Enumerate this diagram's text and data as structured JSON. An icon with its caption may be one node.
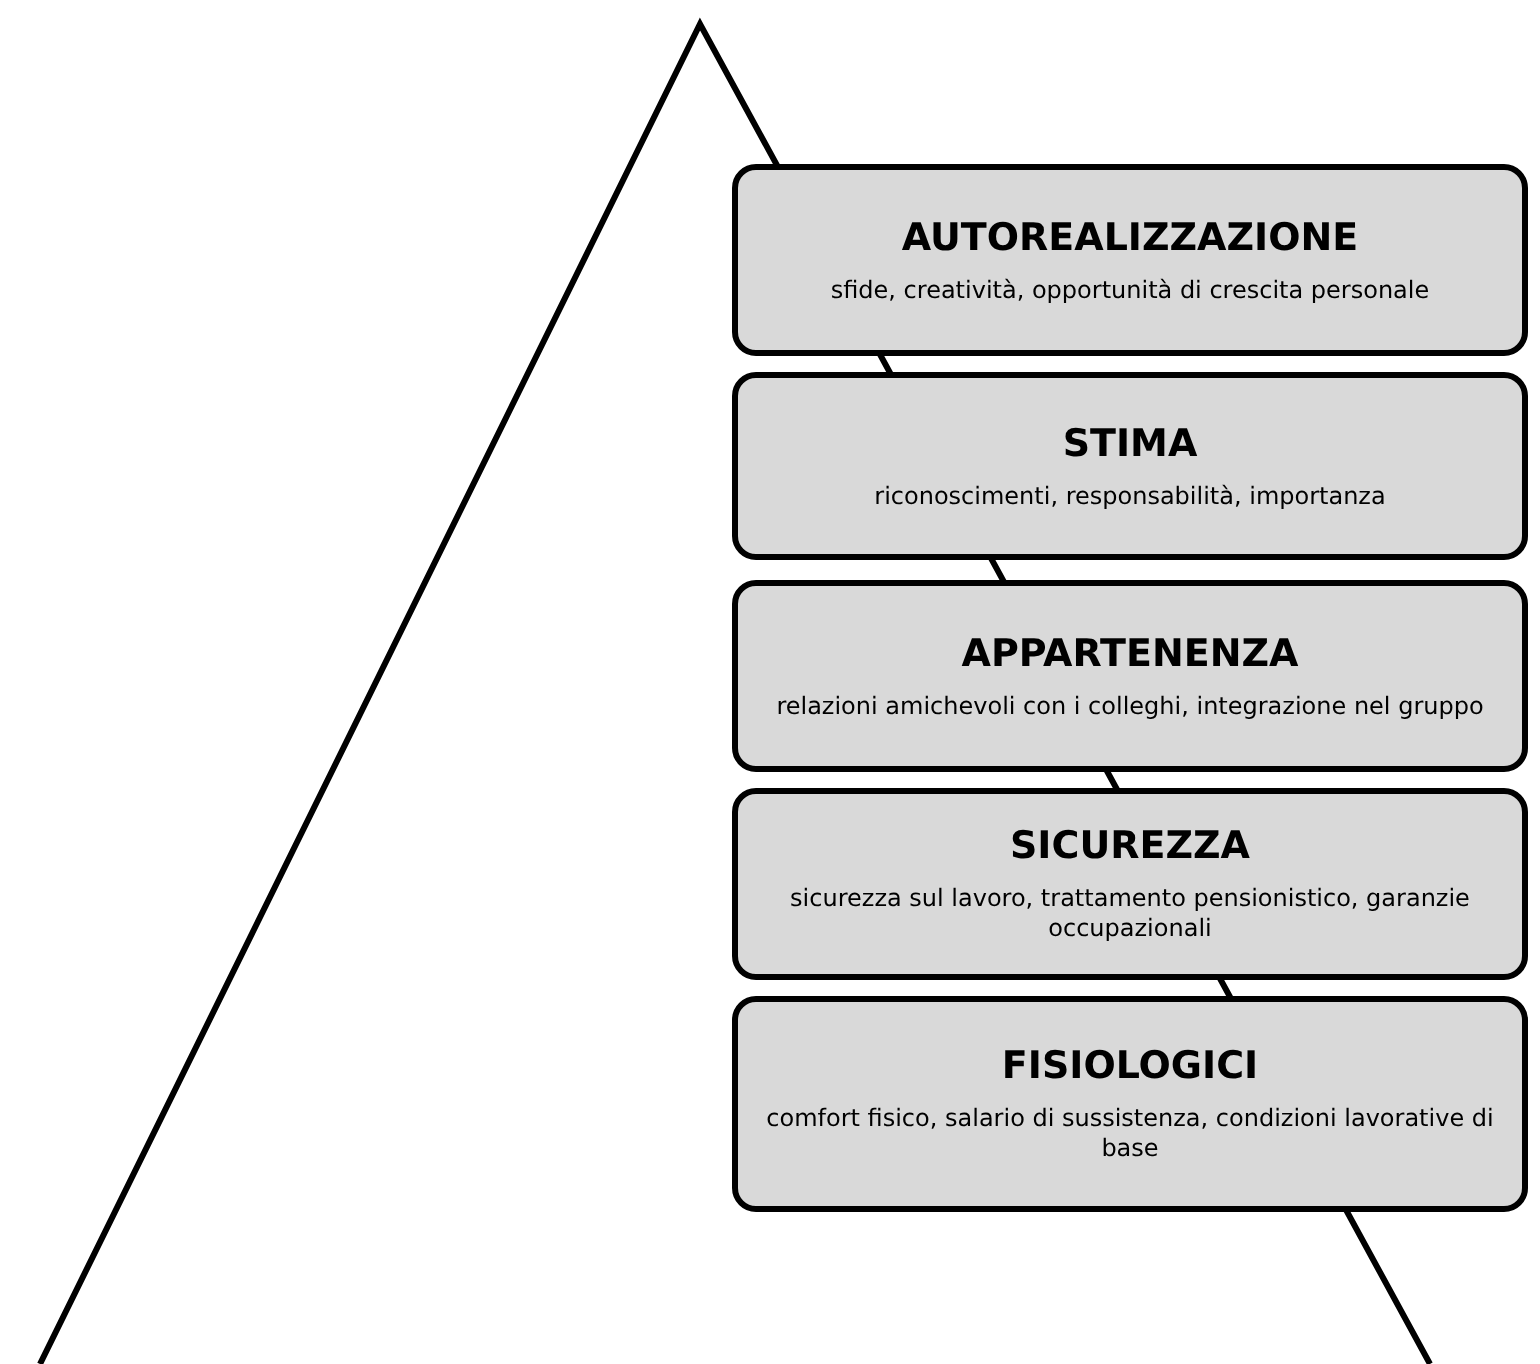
{
  "diagram": {
    "nodes": [
      {
        "text": [
          "AUTOREALIZZAZIONE",
          "sfide, creatività, opportunità di crescita personale"
        ]
      },
      {
        "text": [
          "STIMA",
          "riconoscimenti, responsabilità, importanza"
        ]
      },
      {
        "text": [
          "APPARTENENZA",
          "relazioni amichevoli con i colleghi, integrazione nel gruppo"
        ]
      },
      {
        "text": [
          "SICUREZZA",
          "sicurezza sul lavoro, trattamento pensionistico, garanzie occupazionali"
        ]
      },
      {
        "text": [
          "FISIOLOGICI",
          "comfort fisico, salario di sussistenza, condizioni lavorative di base"
        ]
      }
    ]
  }
}
